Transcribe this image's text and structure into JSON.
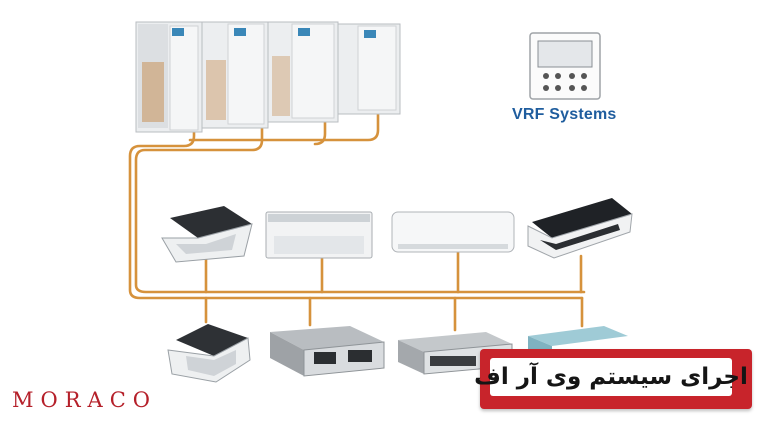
{
  "title": "VRF Systems",
  "banner": {
    "text": "اجرای سیستم وی آر اف"
  },
  "logo": {
    "text": "MORACO"
  },
  "colors": {
    "pipe": "#d6923c",
    "title": "#1f5d9e",
    "banner_red": "#c8242b",
    "logo_red": "#b5202a"
  },
  "diagram": {
    "outdoor_units": 4,
    "indoor_units_upper": [
      "four-way-cassette",
      "ceiling-floor",
      "wall-mounted",
      "one-way-cassette"
    ],
    "indoor_units_lower": [
      "four-way-cassette",
      "high-static-duct",
      "slim-duct",
      "floor-standing"
    ],
    "controller": "wired-controller"
  }
}
